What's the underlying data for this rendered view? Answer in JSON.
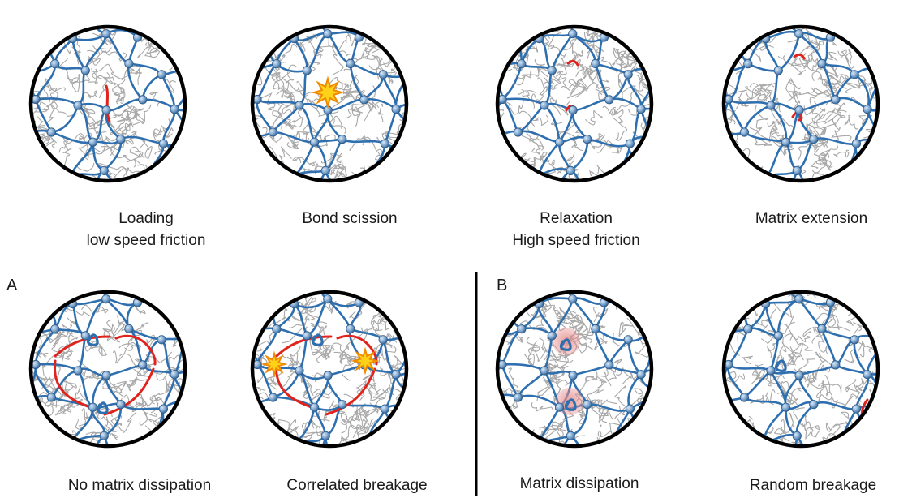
{
  "panels": [
    {
      "id": "loading",
      "caption_lines": [
        "Loading",
        "low speed friction"
      ],
      "state": "loading"
    },
    {
      "id": "scission",
      "caption_lines": [
        "Bond scission"
      ],
      "state": "scission"
    },
    {
      "id": "relaxation",
      "caption_lines": [
        "Relaxation",
        "High speed friction"
      ],
      "state": "relaxation"
    },
    {
      "id": "matrix-extension",
      "caption_lines": [
        "Matrix extension"
      ],
      "state": "extension"
    },
    {
      "id": "no-matrix-dissipation",
      "caption_lines": [
        "No matrix dissipation"
      ],
      "state": "no-dissipation"
    },
    {
      "id": "correlated-breakage",
      "caption_lines": [
        "Correlated breakage"
      ],
      "state": "correlated"
    },
    {
      "id": "matrix-dissipation",
      "caption_lines": [
        "Matrix dissipation"
      ],
      "state": "dissipation"
    },
    {
      "id": "random-breakage",
      "caption_lines": [
        "Random breakage"
      ],
      "state": "random"
    }
  ],
  "section_labels": {
    "a": "A",
    "b": "B"
  },
  "colors": {
    "network": "#2e6fb0",
    "matrix": "#a8a8a8",
    "crosslink": "#7ea6cf",
    "highlight": "#e0231c",
    "burst": "#ffd21a",
    "burst_edge": "#f08a00",
    "dissipation_halo": "#e58a8a",
    "border": "#000000"
  },
  "icons": {
    "burst": "explosion-icon",
    "coil": "coiled-chain-icon"
  }
}
